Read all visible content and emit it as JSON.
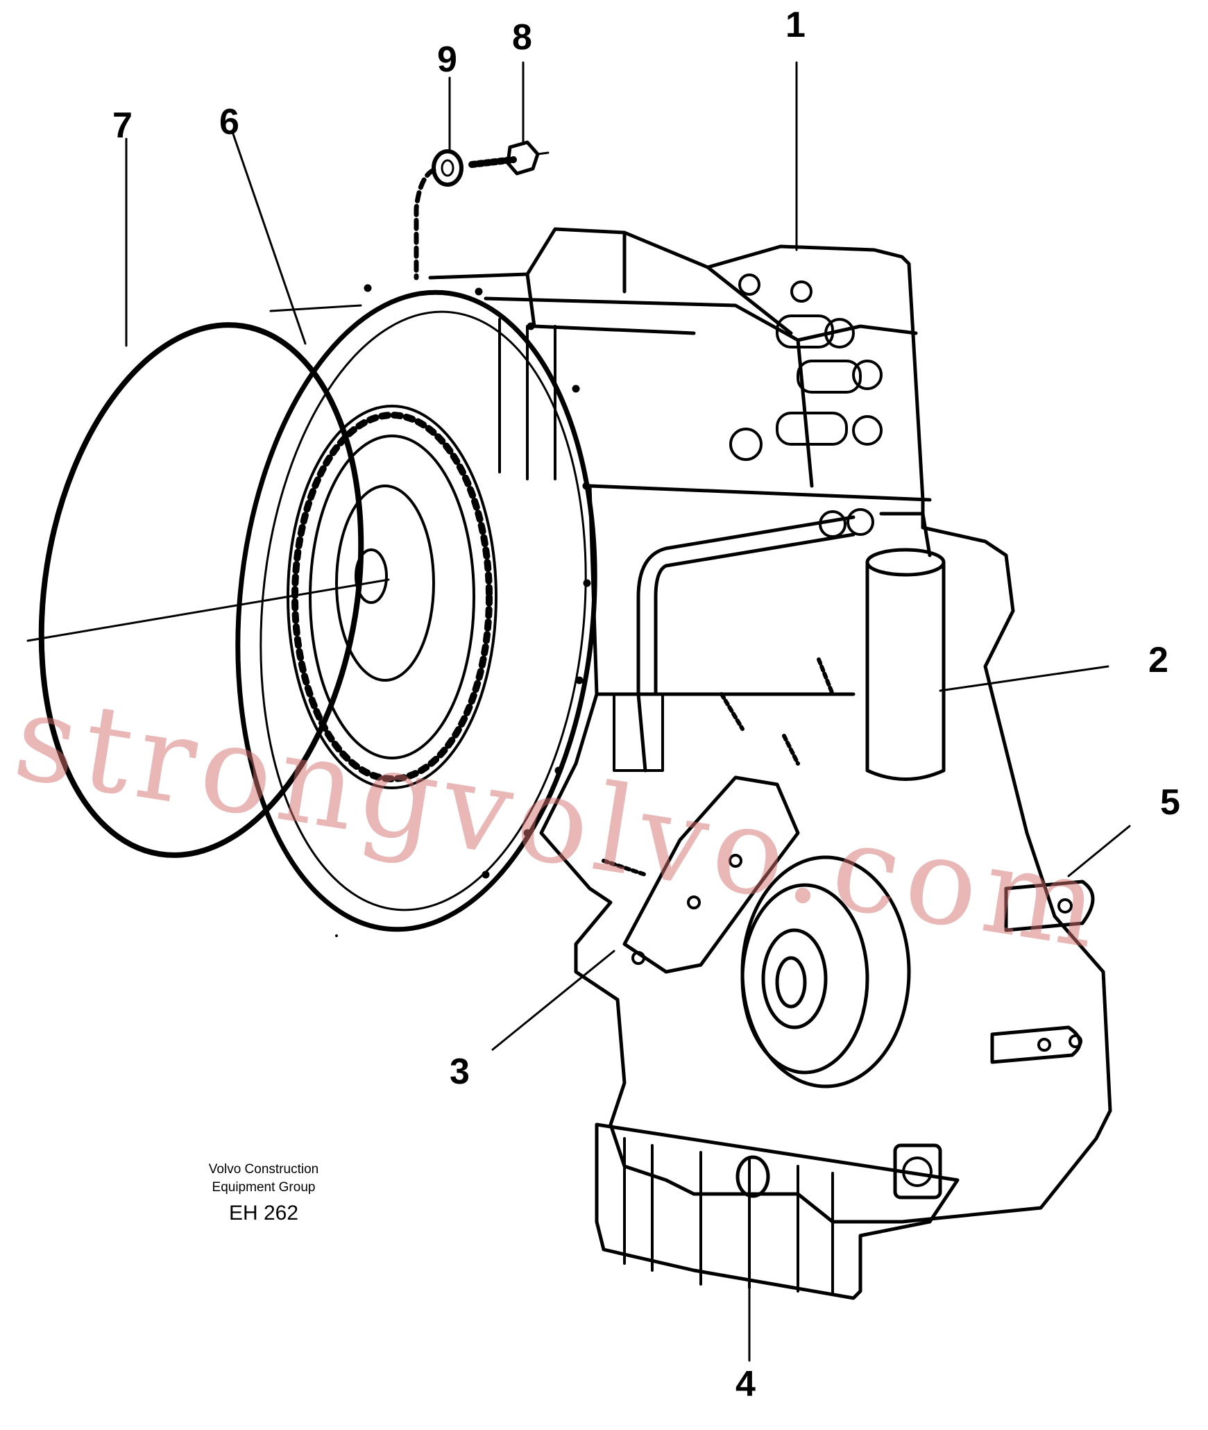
{
  "callouts": {
    "c1": "1",
    "c2": "2",
    "c3": "3",
    "c4": "4",
    "c5": "5",
    "c6": "6",
    "c7": "7",
    "c8": "8",
    "c9": "9"
  },
  "caption": {
    "line1": "Volvo Construction",
    "line2": "Equipment Group",
    "code": "EH 262"
  },
  "watermark": "strongvolvo.com",
  "colors": {
    "ink": "#000000",
    "watermark": "#d67070"
  }
}
